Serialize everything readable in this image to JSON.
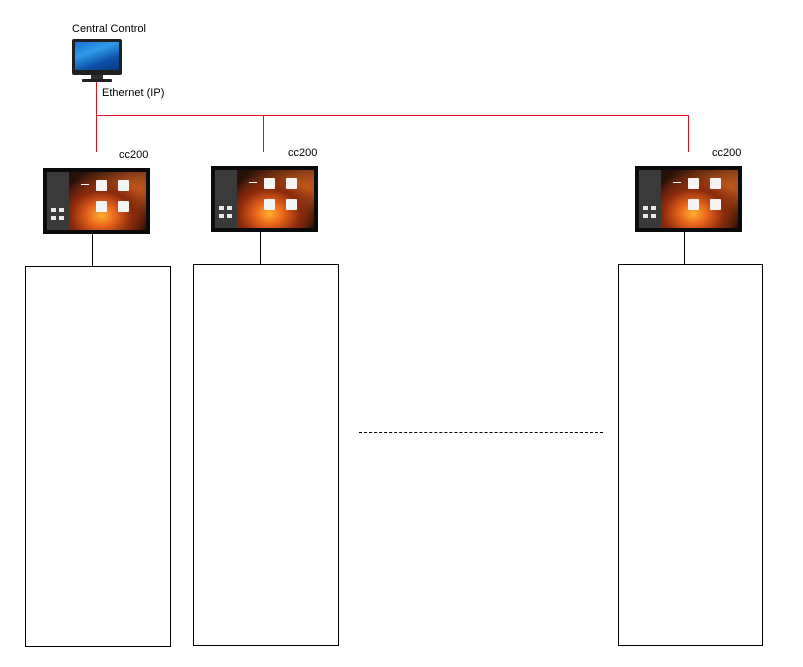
{
  "diagram": {
    "central_control": {
      "label": "Central Control",
      "network_label": "Ethernet (IP)",
      "icon": "monitor-icon"
    },
    "colors": {
      "network_line": "#e0141e",
      "connector_line": "#000000"
    },
    "devices": [
      {
        "label": "cc200",
        "icon": "touch-panel-icon"
      },
      {
        "label": "cc200",
        "icon": "touch-panel-icon"
      },
      {
        "label": "cc200",
        "icon": "touch-panel-icon"
      }
    ]
  }
}
